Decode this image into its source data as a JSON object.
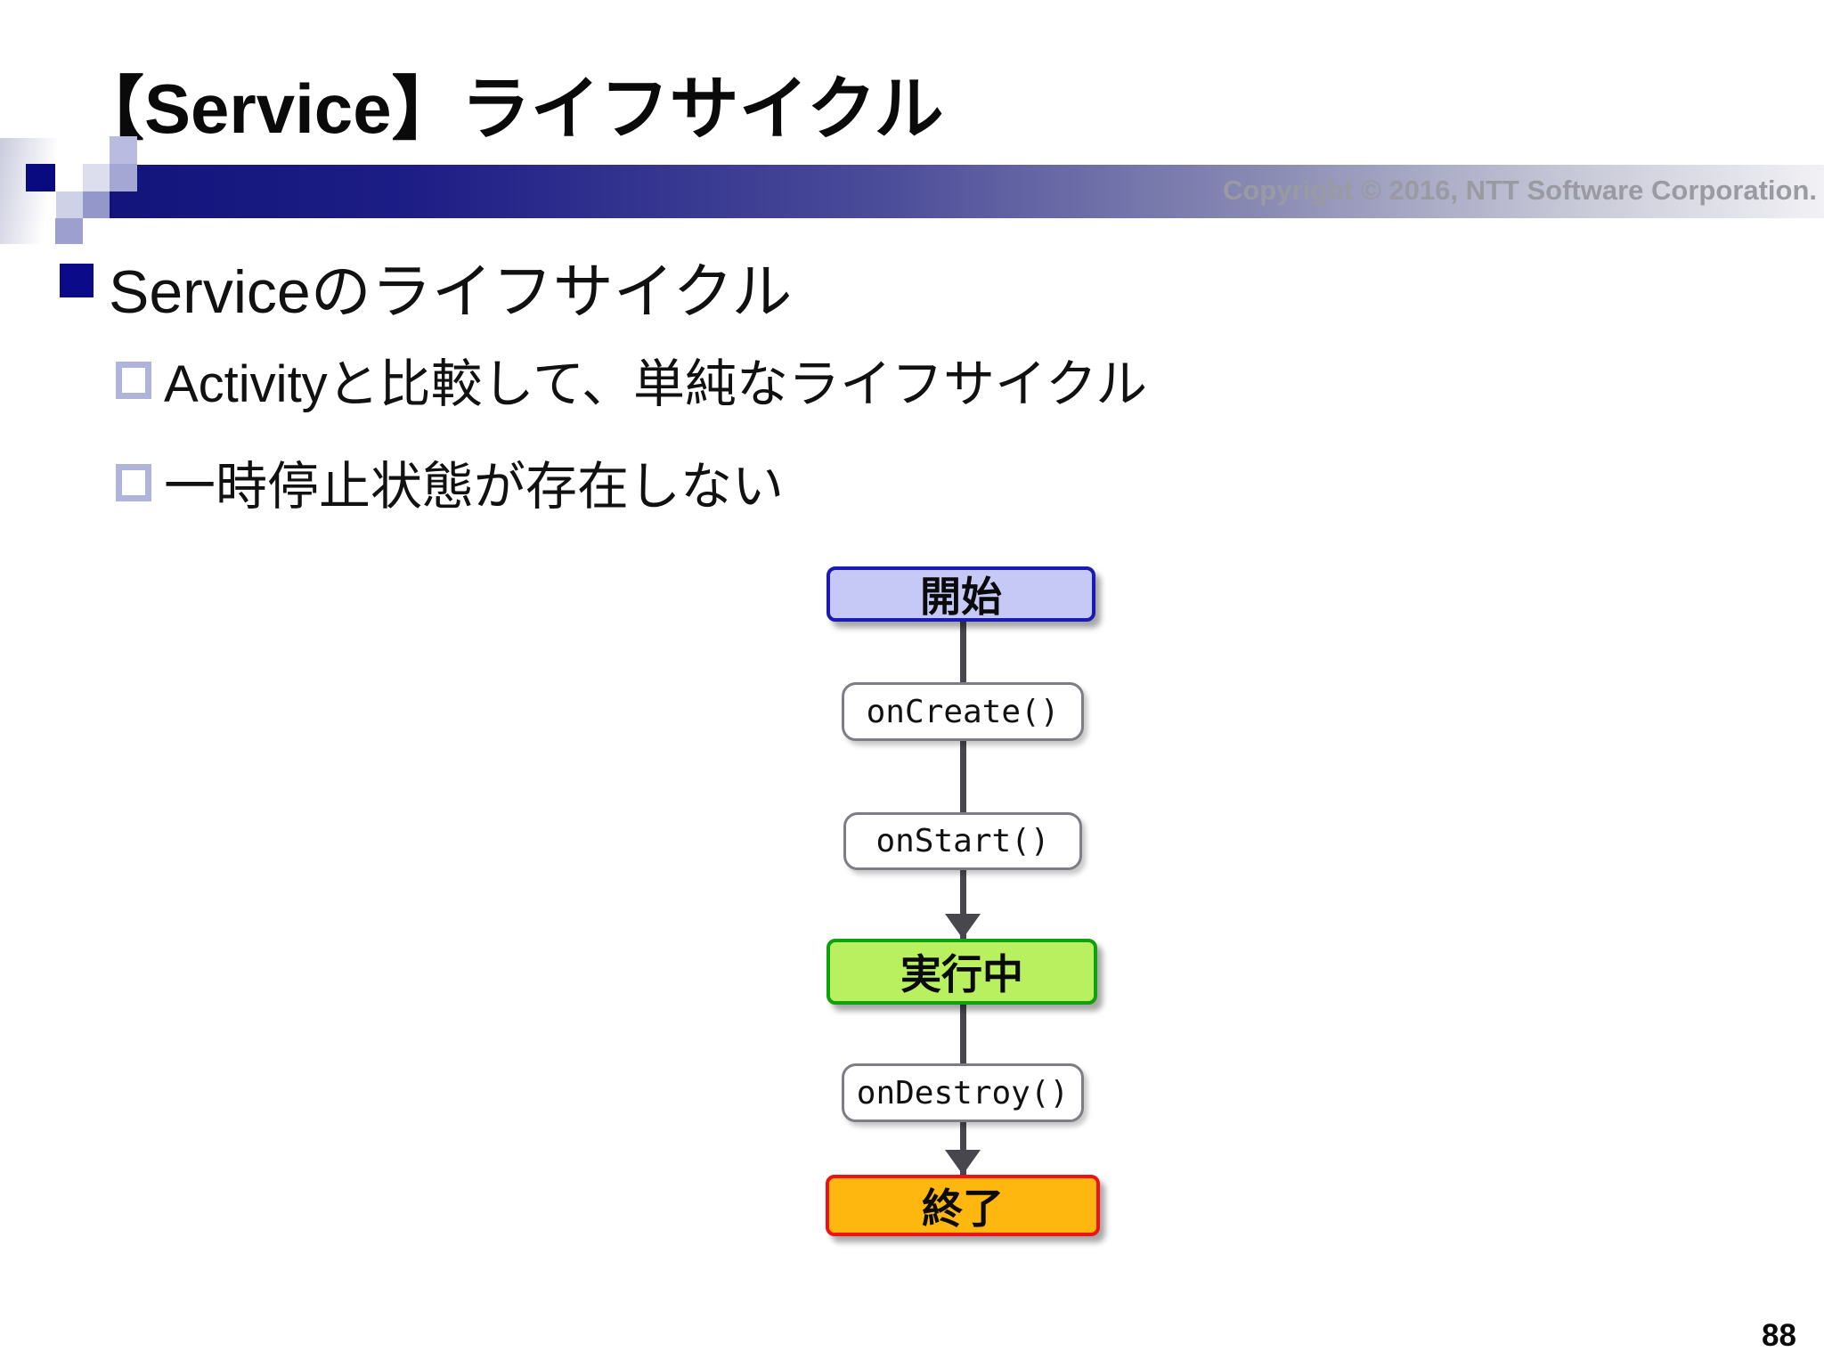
{
  "slide": {
    "title": "【Service】ライフサイクル",
    "copyright": "Copyright © 2016, NTT Software Corporation.",
    "page_number": "88"
  },
  "content": {
    "heading": "Serviceのライフサイクル",
    "sub_items": [
      "Activityと比較して、単純なライフサイクル",
      "一時停止状態が存在しない"
    ]
  },
  "flowchart": {
    "description": "Service lifecycle flow, top to bottom",
    "nodes": [
      {
        "label": "開始",
        "type": "state",
        "fill": "#c6c9f5",
        "border": "#1a1ab4"
      },
      {
        "label": "onCreate()",
        "type": "method",
        "fill": "#ffffff",
        "border": "#7d7d85"
      },
      {
        "label": "onStart()",
        "type": "method",
        "fill": "#ffffff",
        "border": "#7d7d85"
      },
      {
        "label": "実行中",
        "type": "state",
        "fill": "#b8f05f",
        "border": "#10a010"
      },
      {
        "label": "onDestroy()",
        "type": "method",
        "fill": "#ffffff",
        "border": "#7d7d85"
      },
      {
        "label": "終了",
        "type": "state",
        "fill": "#fdb70f",
        "border": "#ee1212"
      }
    ],
    "connector_color": "#47474d"
  },
  "colors": {
    "header_bar_dark": "#13137c",
    "bullet_navy": "#0b0b8a",
    "sub_bullet_outline": "#b0b3da",
    "copyright_gray": "#9a9aa2"
  }
}
